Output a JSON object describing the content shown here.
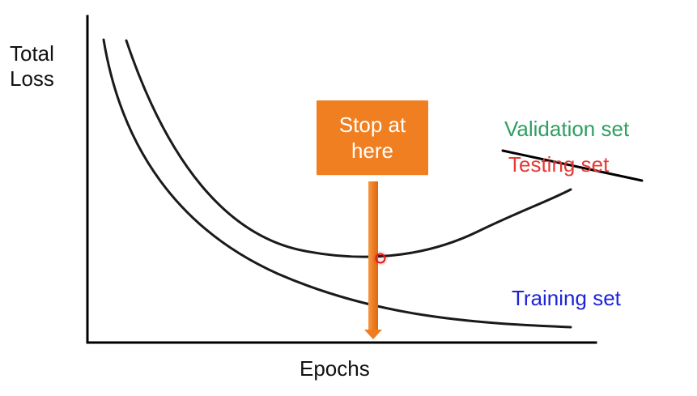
{
  "labels": {
    "y_axis_line1": "Total",
    "y_axis_line2": "Loss",
    "x_axis": "Epochs",
    "validation": "Validation set",
    "testing": "Testing set",
    "training": "Training set",
    "stop_line1": "Stop at",
    "stop_line2": "here"
  },
  "colors": {
    "axis": "#000000",
    "curve": "#1a1a1a",
    "validation": "#2f9f62",
    "testing": "#e53935",
    "training": "#1f23d8",
    "stop_box": "#f07f22",
    "stop_arrow": "#ef7c20",
    "cursor": "#d51d1d"
  }
}
